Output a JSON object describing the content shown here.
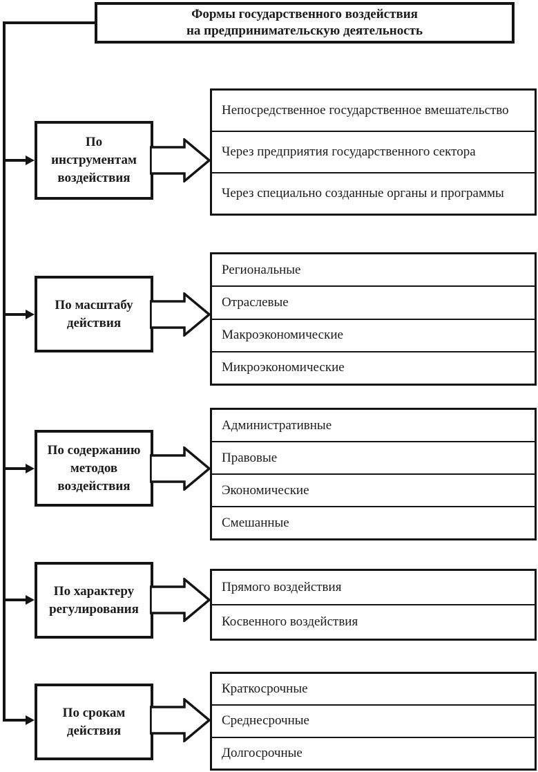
{
  "title": {
    "lines": [
      "Формы государственного воздействия",
      "на предпринимательскую деятельность"
    ]
  },
  "groups": [
    {
      "label": "По инструментам воздействия",
      "label_lines": [
        "По",
        "инструментам",
        "воздействия"
      ],
      "items": [
        "Непосредственное государственное вмешательство",
        "Через предприятия государственного сектора",
        "Через специально созданные органы и программы"
      ]
    },
    {
      "label": "По масштабу действия",
      "label_lines": [
        "По масштабу",
        "действия"
      ],
      "items": [
        "Региональные",
        "Отраслевые",
        "Макроэкономические",
        "Микроэкономические"
      ]
    },
    {
      "label": "По содержанию методов воздействия",
      "label_lines": [
        "По содержанию",
        "методов",
        "воздействия"
      ],
      "items": [
        "Административные",
        "Правовые",
        "Экономические",
        "Смешанные"
      ]
    },
    {
      "label": "По характеру регулирования",
      "label_lines": [
        "По характеру",
        "регулирования"
      ],
      "items": [
        "Прямого воздействия",
        "Косвенного воздействия"
      ]
    },
    {
      "label": "По срокам действия",
      "label_lines": [
        "По срокам",
        "действия"
      ],
      "items": [
        "Краткосрочные",
        "Среднесрочные",
        "Долгосрочные"
      ]
    }
  ],
  "colors": {
    "line": "#141414",
    "text": "#1c1c1c",
    "background": "#ffffff"
  }
}
